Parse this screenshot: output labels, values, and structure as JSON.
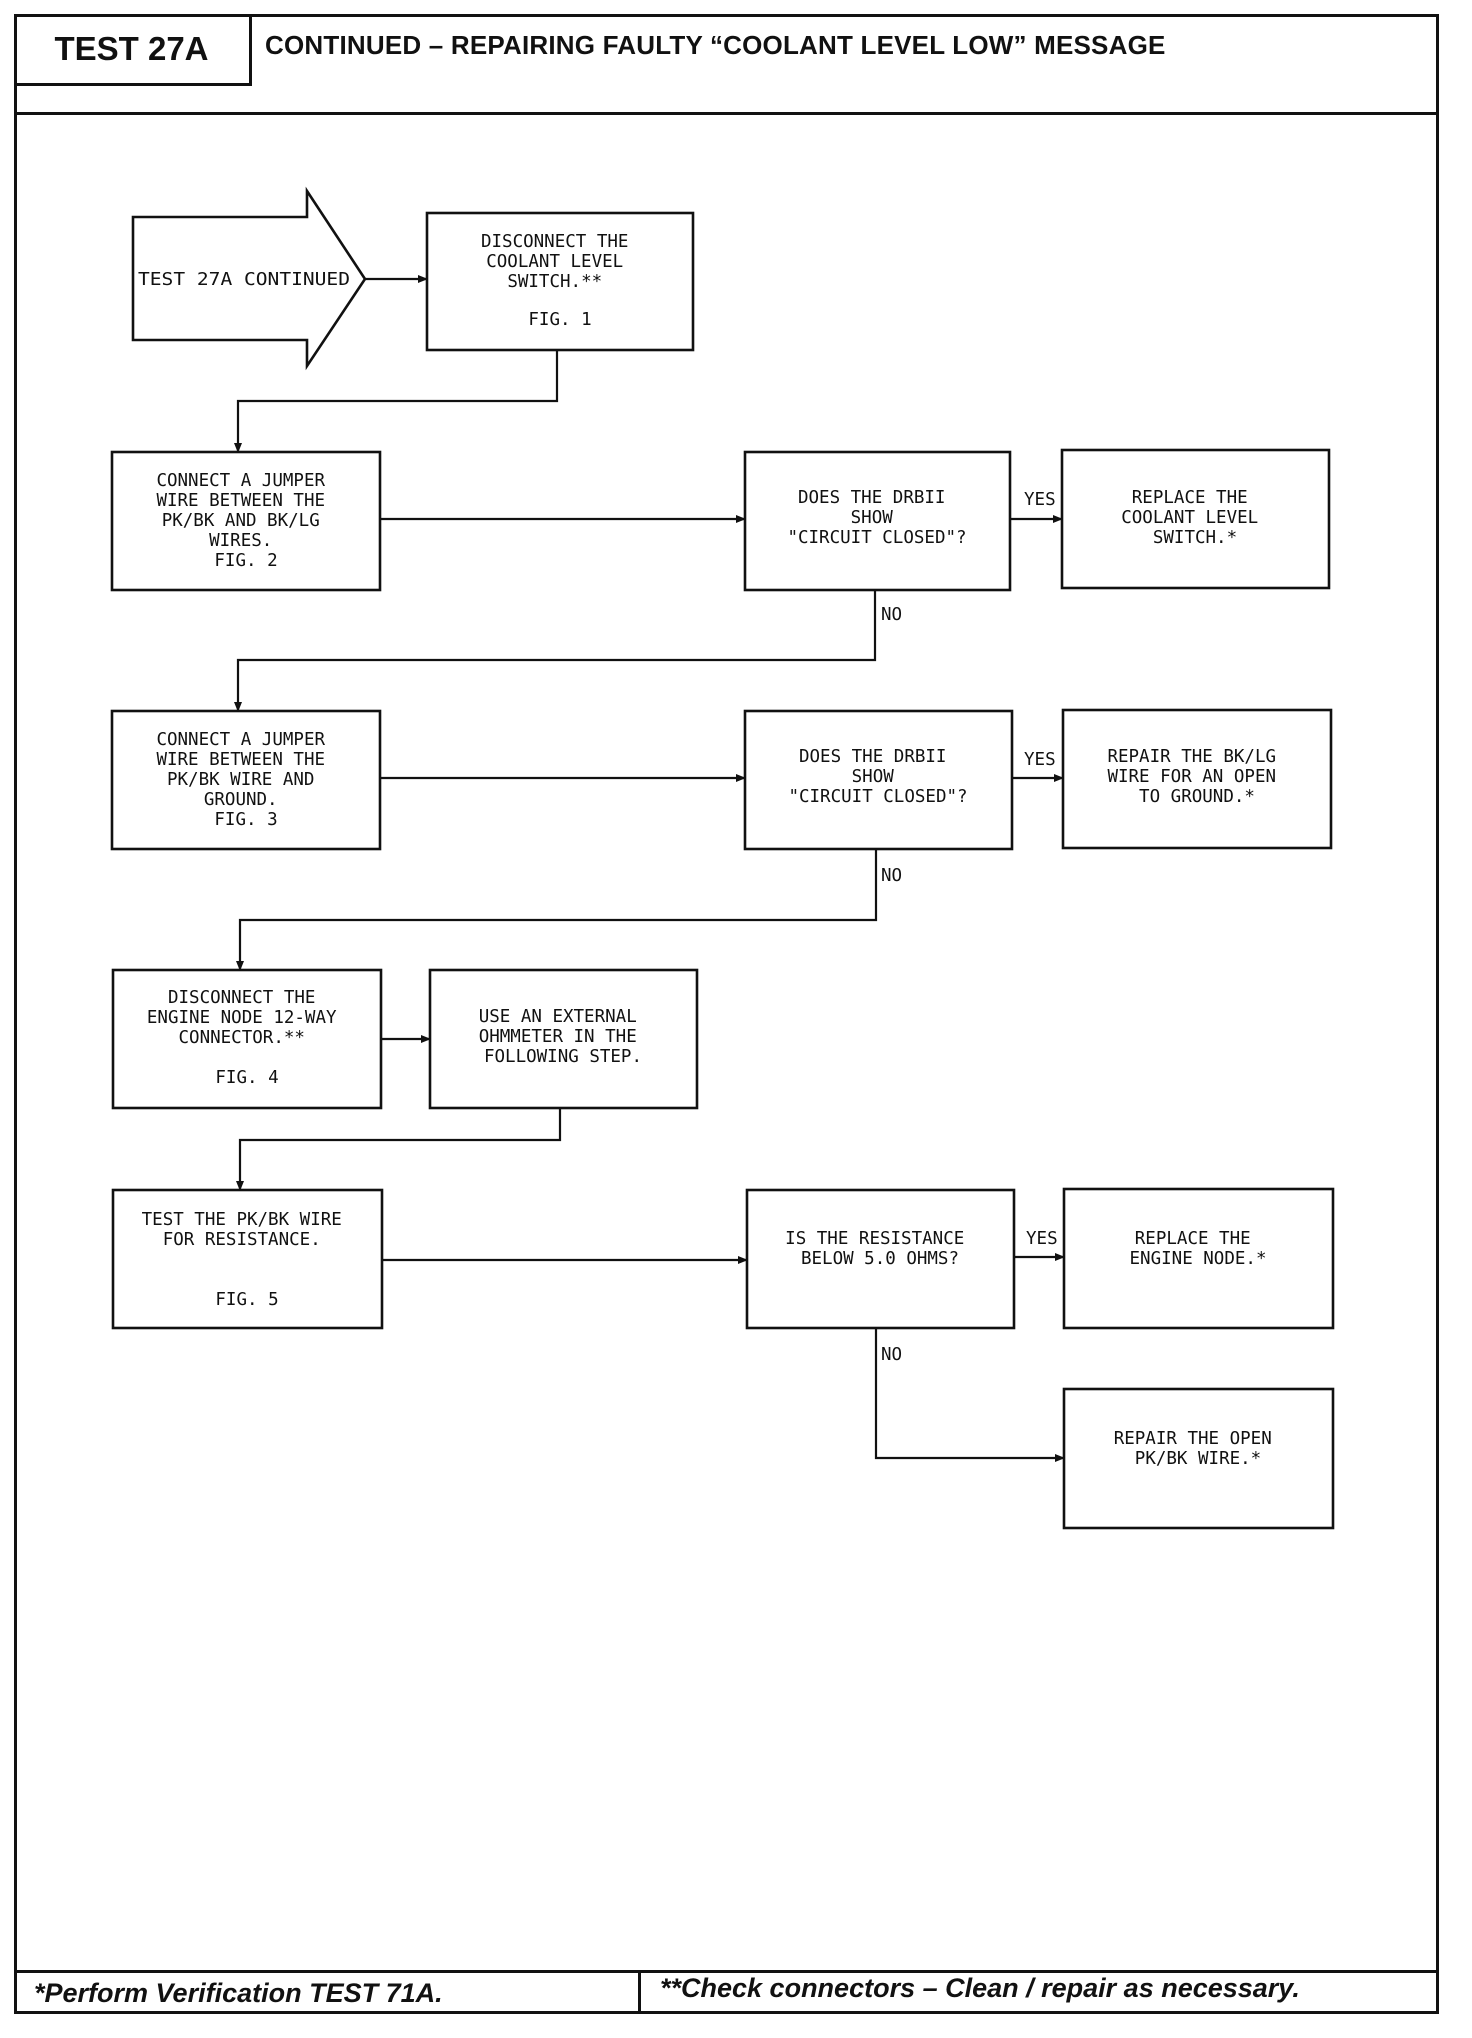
{
  "header": {
    "test_label": "TEST 27A",
    "title": "CONTINUED – REPAIRING FAULTY “COOLANT LEVEL LOW” MESSAGE"
  },
  "flow": {
    "start": "TEST 27A CONTINUED",
    "nodes": {
      "disconnect_switch": [
        "DISCONNECT THE",
        "COOLANT LEVEL",
        "SWITCH.**",
        "",
        "FIG. 1"
      ],
      "jumper_pk_bk_lg": [
        "CONNECT A JUMPER",
        "WIRE BETWEEN THE",
        "PK/BK AND BK/LG",
        "WIRES.",
        "FIG. 2"
      ],
      "drb_q1": [
        "DOES THE DRBII",
        "SHOW",
        "\"CIRCUIT CLOSED\"?"
      ],
      "replace_switch": [
        "REPLACE THE",
        "COOLANT LEVEL",
        "SWITCH.*"
      ],
      "jumper_ground": [
        "CONNECT A JUMPER",
        "WIRE BETWEEN THE",
        "PK/BK WIRE AND",
        "GROUND.",
        "FIG. 3"
      ],
      "drb_q2": [
        "DOES THE DRBII",
        "SHOW",
        "\"CIRCUIT CLOSED\"?"
      ],
      "repair_bk_lg": [
        "REPAIR THE BK/LG",
        "WIRE FOR AN OPEN",
        "TO GROUND.*"
      ],
      "disconnect_node": [
        "DISCONNECT THE",
        "ENGINE NODE 12-WAY",
        "CONNECTOR.**",
        "",
        "FIG. 4"
      ],
      "use_ohmmeter": [
        "USE AN EXTERNAL",
        "OHMMETER IN THE",
        "FOLLOWING STEP."
      ],
      "test_resistance": [
        "TEST THE PK/BK WIRE",
        "FOR RESISTANCE.",
        "",
        "",
        "FIG. 5"
      ],
      "resistance_q": [
        "IS THE RESISTANCE",
        "BELOW 5.0 OHMS?"
      ],
      "replace_node": [
        "REPLACE THE",
        "ENGINE NODE.*"
      ],
      "repair_open": [
        "REPAIR THE OPEN",
        "PK/BK WIRE.*"
      ]
    },
    "labels": {
      "yes": "YES",
      "no": "NO"
    }
  },
  "footer": {
    "left": "*Perform Verification TEST 71A.",
    "right": "**Check connectors – Clean / repair as necessary."
  }
}
